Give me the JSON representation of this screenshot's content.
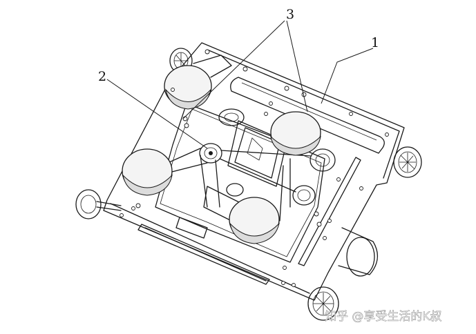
{
  "labels": {
    "part_1": "1",
    "part_2": "2",
    "part_3": "3"
  },
  "watermark": "知乎 @享受生活的K叔"
}
